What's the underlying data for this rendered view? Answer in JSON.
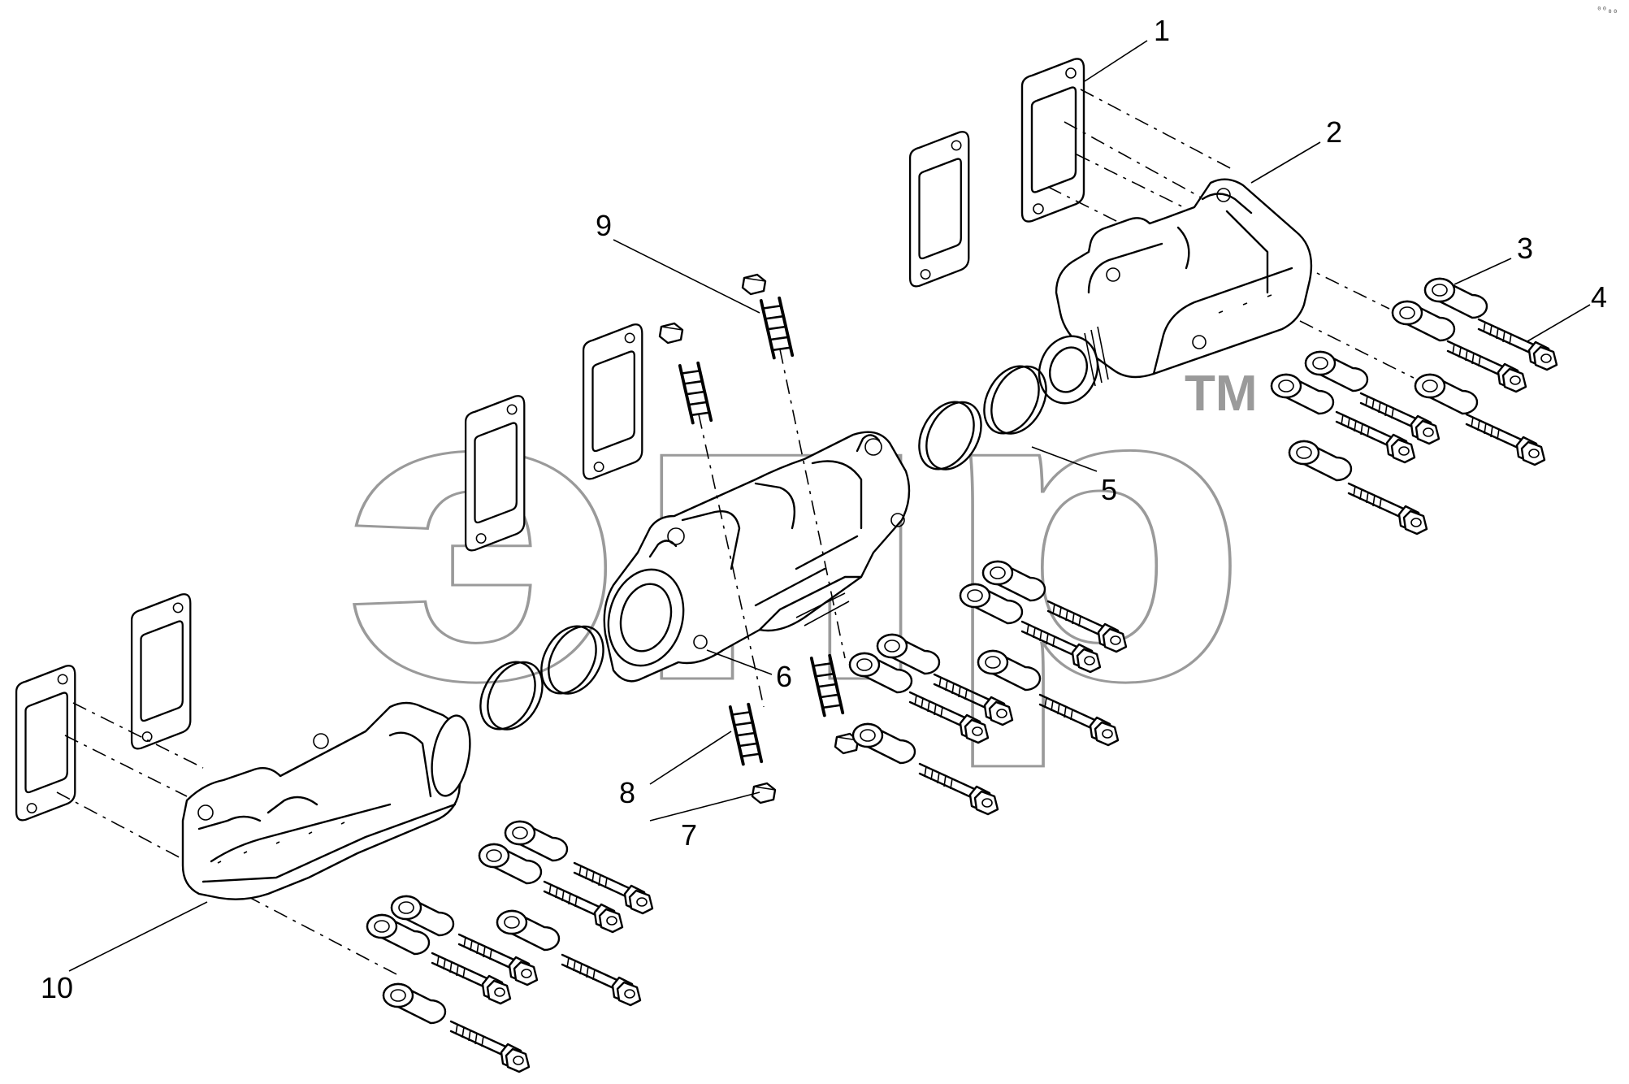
{
  "diagram": {
    "watermark": {
      "brand": "эпр",
      "trademark": "TM"
    },
    "corner_mark": "⁰⁰₀₀",
    "callouts": [
      "1",
      "2",
      "3",
      "4",
      "5",
      "6",
      "7",
      "8",
      "9",
      "10"
    ]
  }
}
